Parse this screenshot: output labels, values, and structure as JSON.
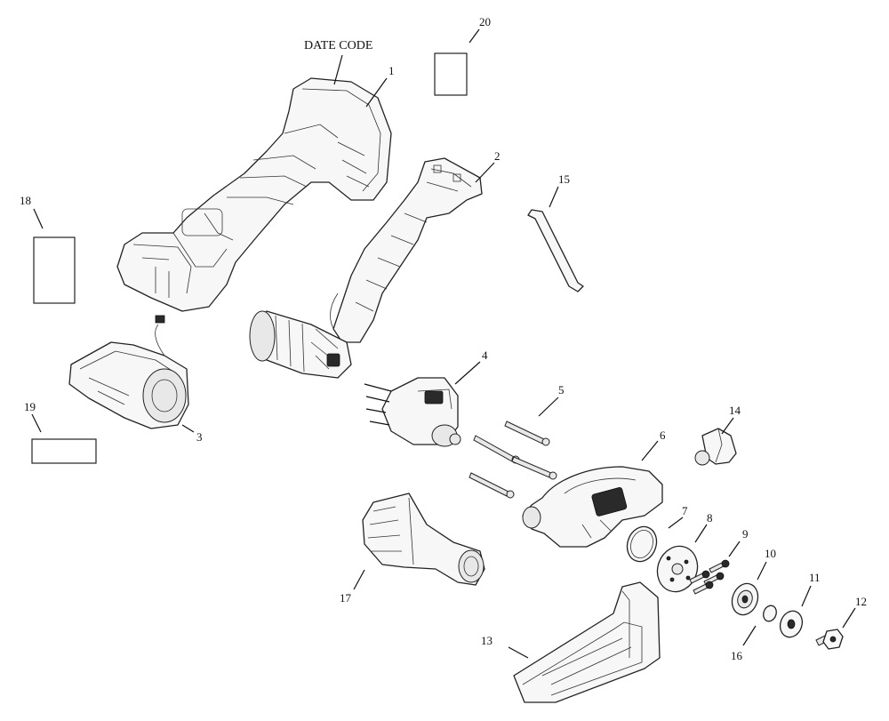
{
  "diagram": {
    "date_code_label": "DATE CODE",
    "callouts": [
      {
        "id": "1",
        "text": "1"
      },
      {
        "id": "2",
        "text": "2"
      },
      {
        "id": "3",
        "text": "3"
      },
      {
        "id": "4",
        "text": "4"
      },
      {
        "id": "5",
        "text": "5"
      },
      {
        "id": "6",
        "text": "6"
      },
      {
        "id": "7",
        "text": "7"
      },
      {
        "id": "8",
        "text": "8"
      },
      {
        "id": "9",
        "text": "9"
      },
      {
        "id": "10",
        "text": "10"
      },
      {
        "id": "11",
        "text": "11"
      },
      {
        "id": "12",
        "text": "12"
      },
      {
        "id": "13",
        "text": "13"
      },
      {
        "id": "14",
        "text": "14"
      },
      {
        "id": "15",
        "text": "15"
      },
      {
        "id": "16",
        "text": "16"
      },
      {
        "id": "17",
        "text": "17"
      },
      {
        "id": "18",
        "text": "18"
      },
      {
        "id": "19",
        "text": "19"
      },
      {
        "id": "20",
        "text": "20"
      }
    ]
  }
}
